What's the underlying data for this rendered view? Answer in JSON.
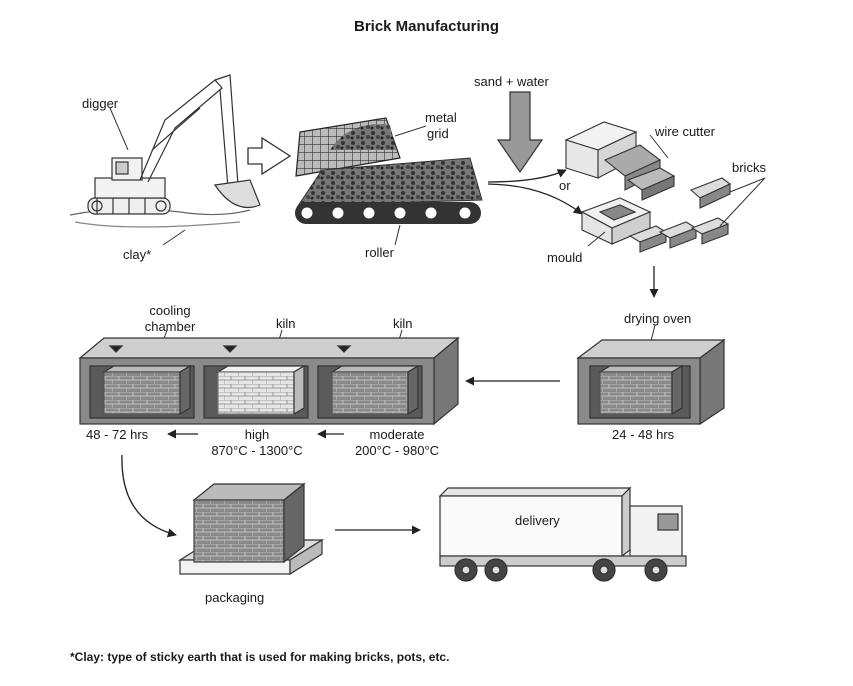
{
  "title": "Brick Manufacturing",
  "labels": {
    "digger": "digger",
    "clay": "clay*",
    "metal_grid_1": "metal",
    "metal_grid_2": "grid",
    "roller": "roller",
    "sand_water": "sand + water",
    "or": "or",
    "wire_cutter": "wire cutter",
    "bricks": "bricks",
    "mould": "mould",
    "drying_oven": "drying oven",
    "drying_time": "24 - 48 hrs",
    "cooling_chamber_1": "cooling",
    "cooling_chamber_2": "chamber",
    "kiln_high": "kiln",
    "kiln_moderate": "kiln",
    "cooling_time": "48 - 72 hrs",
    "high": "high",
    "high_temp": "870°C - 1300°C",
    "moderate": "moderate",
    "moderate_temp": "200°C - 980°C",
    "delivery": "delivery",
    "packaging": "packaging"
  },
  "footnote": "*Clay: type of sticky earth that is used for making bricks, pots, etc."
}
